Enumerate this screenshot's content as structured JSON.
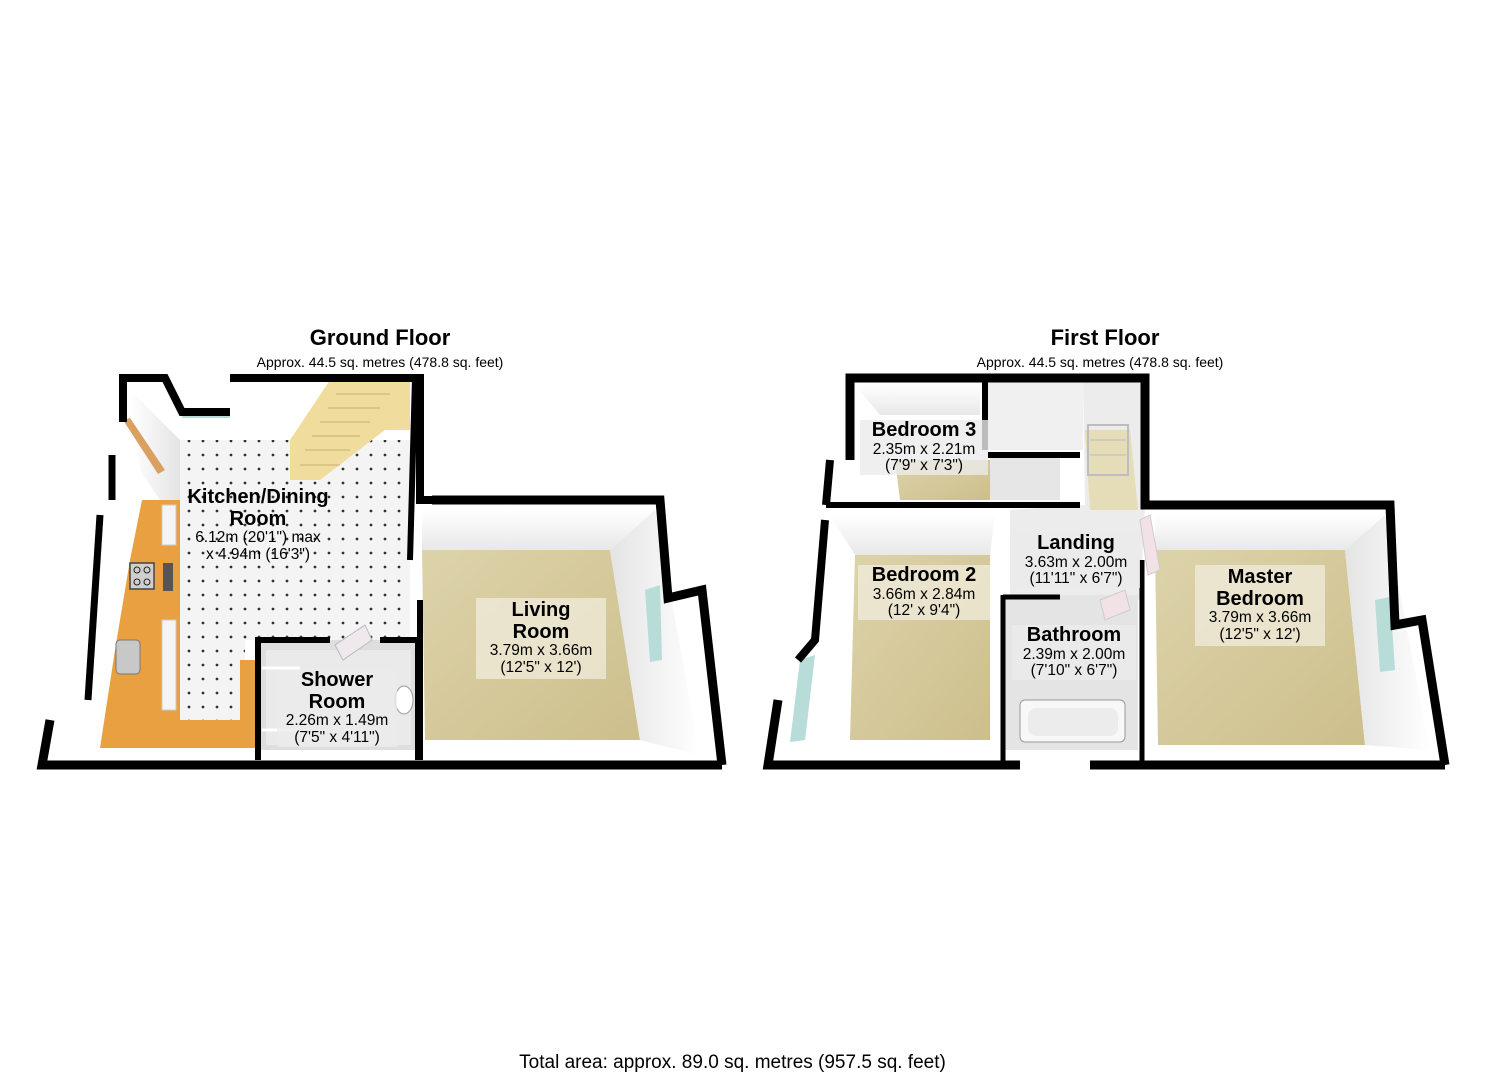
{
  "ground_floor": {
    "title": "Ground Floor",
    "area": "Approx. 44.5 sq. metres (478.8 sq. feet)",
    "rooms": [
      {
        "name": "Kitchen/Dining",
        "name2": "Room",
        "dim1": "6.12m (20'1\") max",
        "dim2": "x 4.94m (16'3\")"
      },
      {
        "name": "Living",
        "name2": "Room",
        "dim1": "3.79m x 3.66m",
        "dim2": "(12'5\" x 12')"
      },
      {
        "name": "Shower",
        "name2": "Room",
        "dim1": "2.26m x 1.49m",
        "dim2": "(7'5\" x 4'11\")"
      }
    ]
  },
  "first_floor": {
    "title": "First Floor",
    "area": "Approx. 44.5 sq. metres (478.8 sq. feet)",
    "rooms": [
      {
        "name": "Bedroom 3",
        "dim1": "2.35m x 2.21m",
        "dim2": "(7'9\" x 7'3\")"
      },
      {
        "name": "Bedroom 2",
        "dim1": "3.66m x 2.84m",
        "dim2": "(12' x 9'4\")"
      },
      {
        "name": "Landing",
        "dim1": "3.63m x 2.00m",
        "dim2": "(11'11\" x 6'7\")"
      },
      {
        "name": "Bathroom",
        "dim1": "2.39m x 2.00m",
        "dim2": "(7'10\" x 6'7\")"
      },
      {
        "name": "Master",
        "name2": "Bedroom",
        "dim1": "3.79m x 3.66m",
        "dim2": "(12'5\" x 12')"
      }
    ]
  },
  "total_area": "Total area: approx. 89.0 sq. metres (957.5 sq. feet)",
  "colors": {
    "wall": "#000000",
    "carpet": "#d6cca0",
    "tile_floor": "#f2f2f2",
    "worktop": "#e8a040",
    "stairs": "#f0dc9c",
    "window_glass": "#b8dcd8",
    "wall_face": "#ffffff"
  }
}
